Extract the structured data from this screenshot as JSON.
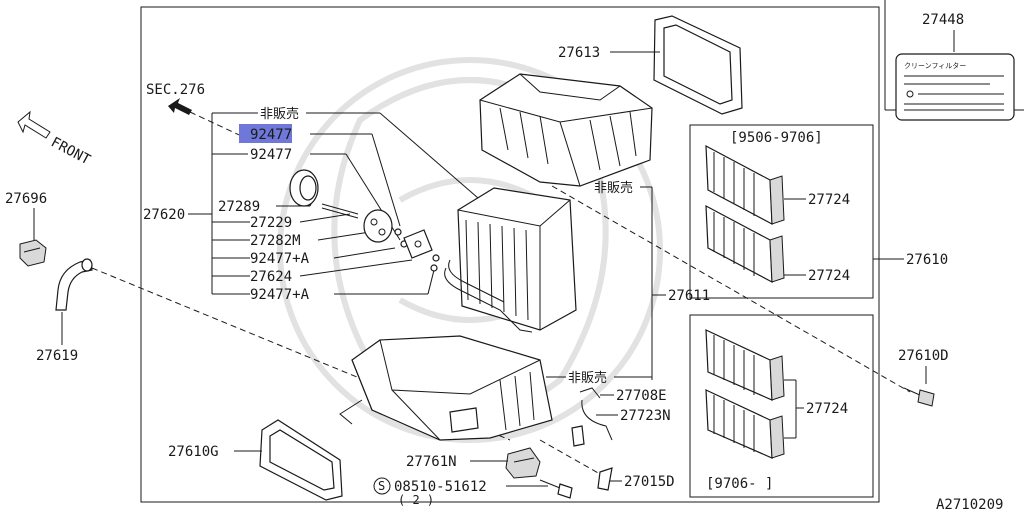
{
  "labels": {
    "sec_ref": "SEC.276",
    "front": "FRONT",
    "hanbai_top": "非販売",
    "p92477_hl": "92477",
    "p92477_b": "92477",
    "p27289": "27289",
    "p27229": "27229",
    "p27282m": "27282M",
    "p92477a_1": "92477+A",
    "p27624": "27624",
    "p92477a_2": "92477+A",
    "p27620": "27620",
    "p27696": "27696",
    "p27619": "27619",
    "p27613": "27613",
    "hanbai_mid": "非販売",
    "p27611": "27611",
    "hanbai_bot": "非販売",
    "p27708e": "27708E",
    "p27723n": "27723N",
    "p27761n": "27761N",
    "p27015d": "27015D",
    "p08510": "08510-51612",
    "s_mark": "S",
    "qty2": "( 2 )",
    "p27610g": "27610G",
    "p27448": "27448",
    "date_1": "[9506-9706]",
    "p27724_1": "27724",
    "p27724_2": "27724",
    "p27610": "27610",
    "p27610d": "27610D",
    "p27724_3": "27724",
    "date_2": "[9706-     ]",
    "diagram_id": "A2710209"
  },
  "label_sticker_text": "クリーンフィルター",
  "colors": {
    "highlight": "#6f78d8",
    "line": "#1a1a1a",
    "watermark": "#e2e2e2"
  }
}
